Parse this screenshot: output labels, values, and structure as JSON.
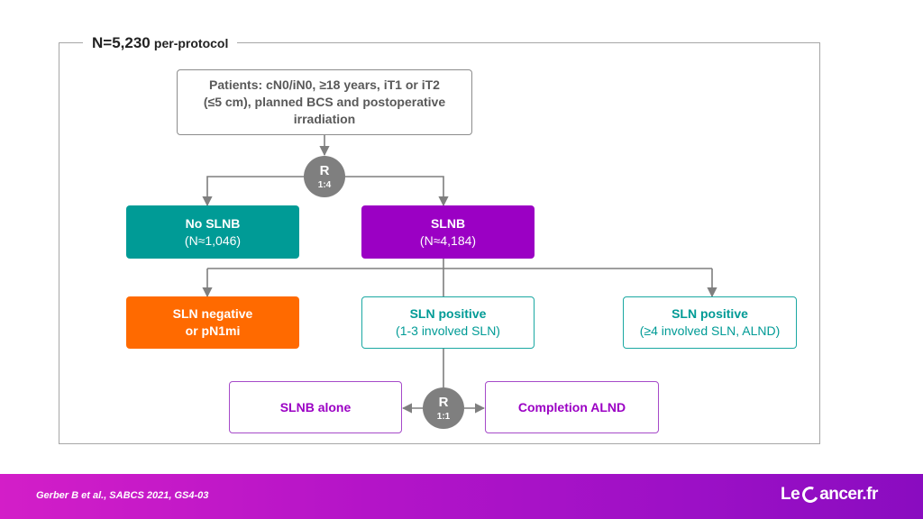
{
  "frame": {
    "title_main": "N=5,230",
    "title_suffix": "per-protocol"
  },
  "eligibility": {
    "lines": [
      "Patients: cN0/iN0, ≥18 years, iT1 or iT2",
      "(≤5 cm), planned BCS and postoperative",
      "irradiation"
    ]
  },
  "randomization_1": {
    "label": "R",
    "ratio": "1:4"
  },
  "arm_no_slnb": {
    "title": "No SLNB",
    "count": "(N≈1,046)",
    "color": "#009b96"
  },
  "arm_slnb": {
    "title": "SLNB",
    "count": "(N≈4,184)",
    "color": "#9b00c4"
  },
  "sln_negative": {
    "line1": "SLN negative",
    "line2": "or pN1mi",
    "color": "#ff6a00"
  },
  "sln_positive_1_3": {
    "title": "SLN positive",
    "detail": "(1-3 involved SLN)",
    "color": "#009b96"
  },
  "sln_positive_4": {
    "title": "SLN positive",
    "detail": "(≥4 involved SLN, ALND)",
    "color": "#009b96"
  },
  "randomization_2": {
    "label": "R",
    "ratio": "1:1"
  },
  "slnb_alone": {
    "title": "SLNB alone",
    "color": "#9b00c4"
  },
  "completion_alnd": {
    "title": "Completion ALND",
    "color": "#9b00c4"
  },
  "footer": {
    "citation": "Gerber B et al., SABCS 2021, GS4-03",
    "logo_left": "Le",
    "logo_right": "ancer.fr"
  }
}
